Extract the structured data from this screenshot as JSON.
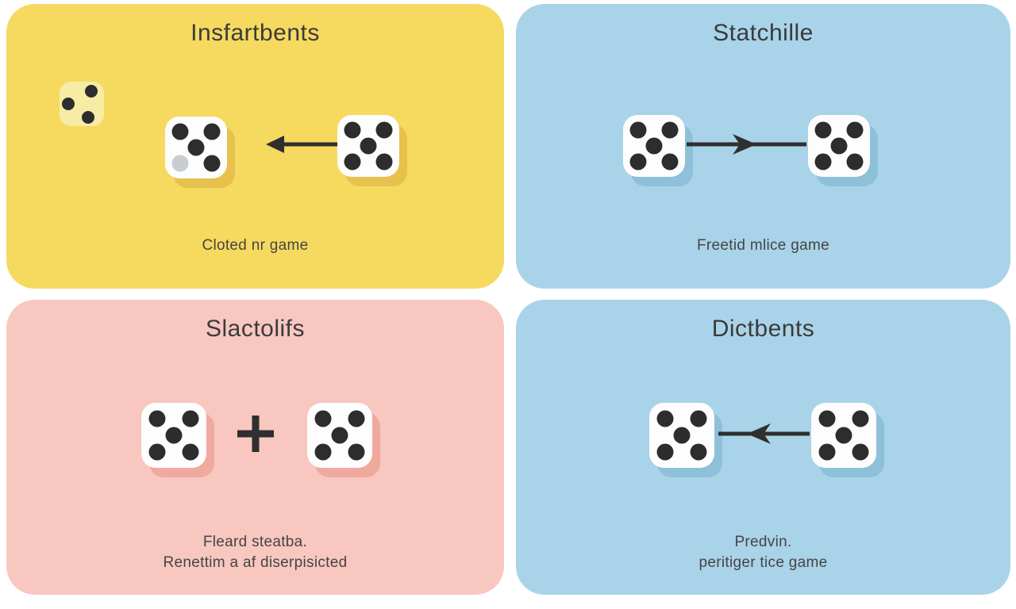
{
  "colors": {
    "page_background": "#ffffff",
    "panel_yellow": "#f6d95f",
    "panel_blue": "#a9d3e8",
    "panel_pink": "#f8c7c0",
    "die_face": "#fdfdfd",
    "pip": "#2d2d2d",
    "faded_pip": "#c9ccd1",
    "ghost_die": "#f7eca4",
    "arrow": "#2f2f2f",
    "title_text": "#3b3b3b",
    "caption_text": "#454545"
  },
  "panels": [
    {
      "id": "insfartbents",
      "title": "Insfartbents",
      "background": "#f6d95f",
      "caption_lines": [
        "Cloted nr game"
      ],
      "connector": {
        "type": "arrow",
        "direction": "left"
      },
      "dice": [
        {
          "type": "ghost-die",
          "pips": 3
        },
        {
          "type": "die",
          "pips": 5,
          "faded_pip": "bottom-left"
        },
        {
          "type": "die",
          "pips": 5
        }
      ]
    },
    {
      "id": "statchille",
      "title": "Statchille",
      "background": "#a9d3e8",
      "caption_lines": [
        "Freetid mlice game"
      ],
      "connector": {
        "type": "arrow",
        "direction": "right"
      },
      "dice": [
        {
          "type": "die",
          "pips": 5
        },
        {
          "type": "die",
          "pips": 5
        }
      ]
    },
    {
      "id": "slactolifs",
      "title": "Slactolifs",
      "background": "#f8c7c0",
      "caption_lines": [
        "Fleard steatba.",
        "Renettim a af diserpisicted"
      ],
      "connector": {
        "type": "plus"
      },
      "dice": [
        {
          "type": "die",
          "pips": 5
        },
        {
          "type": "die",
          "pips": 5
        }
      ]
    },
    {
      "id": "dictbents",
      "title": "Dictbents",
      "background": "#a9d3e8",
      "caption_lines": [
        "Predvin.",
        "peritiger tice game"
      ],
      "connector": {
        "type": "arrow",
        "direction": "left"
      },
      "dice": [
        {
          "type": "die",
          "pips": 5
        },
        {
          "type": "die",
          "pips": 5
        }
      ]
    }
  ]
}
